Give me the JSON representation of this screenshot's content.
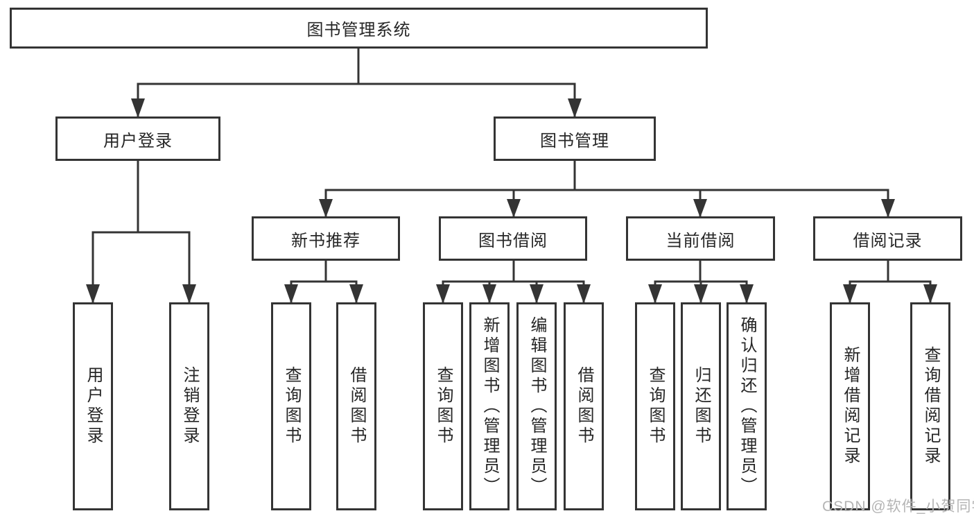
{
  "tree": {
    "label": "图书管理系统",
    "children": [
      {
        "label": "用户登录",
        "children": [
          {
            "label": "用户登录"
          },
          {
            "label": "注销登录"
          }
        ]
      },
      {
        "label": "图书管理",
        "children": [
          {
            "label": "新书推荐",
            "children": [
              {
                "label": "查询图书"
              },
              {
                "label": "借阅图书"
              }
            ]
          },
          {
            "label": "图书借阅",
            "children": [
              {
                "label": "查询图书"
              },
              {
                "label": "新增图书（管理员）"
              },
              {
                "label": "编辑图书（管理员）"
              },
              {
                "label": "借阅图书"
              }
            ]
          },
          {
            "label": "当前借阅",
            "children": [
              {
                "label": "查询图书"
              },
              {
                "label": "归还图书"
              },
              {
                "label": "确认归还（管理员）"
              }
            ]
          },
          {
            "label": "借阅记录",
            "children": [
              {
                "label": "新增借阅记录"
              },
              {
                "label": "查询借阅记录"
              }
            ]
          }
        ]
      }
    ]
  },
  "watermark": "CSDN @软件_小贺同学",
  "colors": {
    "line": "#343434",
    "text": "#262626",
    "box_background": "#ffffff",
    "watermark": "#b4b4b4",
    "background": "#ffffff"
  }
}
